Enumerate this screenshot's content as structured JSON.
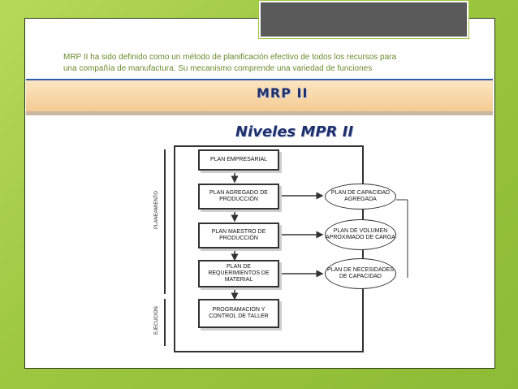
{
  "intro": {
    "line1": "MRP II ha sido definido como un método de planificación efectivo de todos los recursos para",
    "line2": "una compañía de manufactura. Su mecanismo comprende una variedad de funciones"
  },
  "banner": {
    "title": "MRP II"
  },
  "diagram": {
    "title": "Niveles MPR II",
    "side_labels": {
      "planning": "PLANEAMIENTO",
      "execution": "EJECUCION"
    },
    "boxes": [
      "PLAN EMPRESARIAL",
      "PLAN AGREGADO DE PRODUCCIÓN",
      "PLAN MAESTRO DE PRODUCCIÓN",
      "PLAN DE REQUERIMIENTOS DE MATERIAL",
      "PROGRAMACIÓN Y CONTROL DE TALLER"
    ],
    "ovals": [
      "PLAN DE CAPACIDAD AGREGADA",
      "PLAN DE VOLUMEN APROXIMADO DE CARGA",
      "PLAN DE NECESIDADES DE CAPACIDAD"
    ]
  },
  "colors": {
    "background": "#9cc63f",
    "title_blue": "#1f2f6b",
    "banner_border": "#2e5aa8"
  }
}
